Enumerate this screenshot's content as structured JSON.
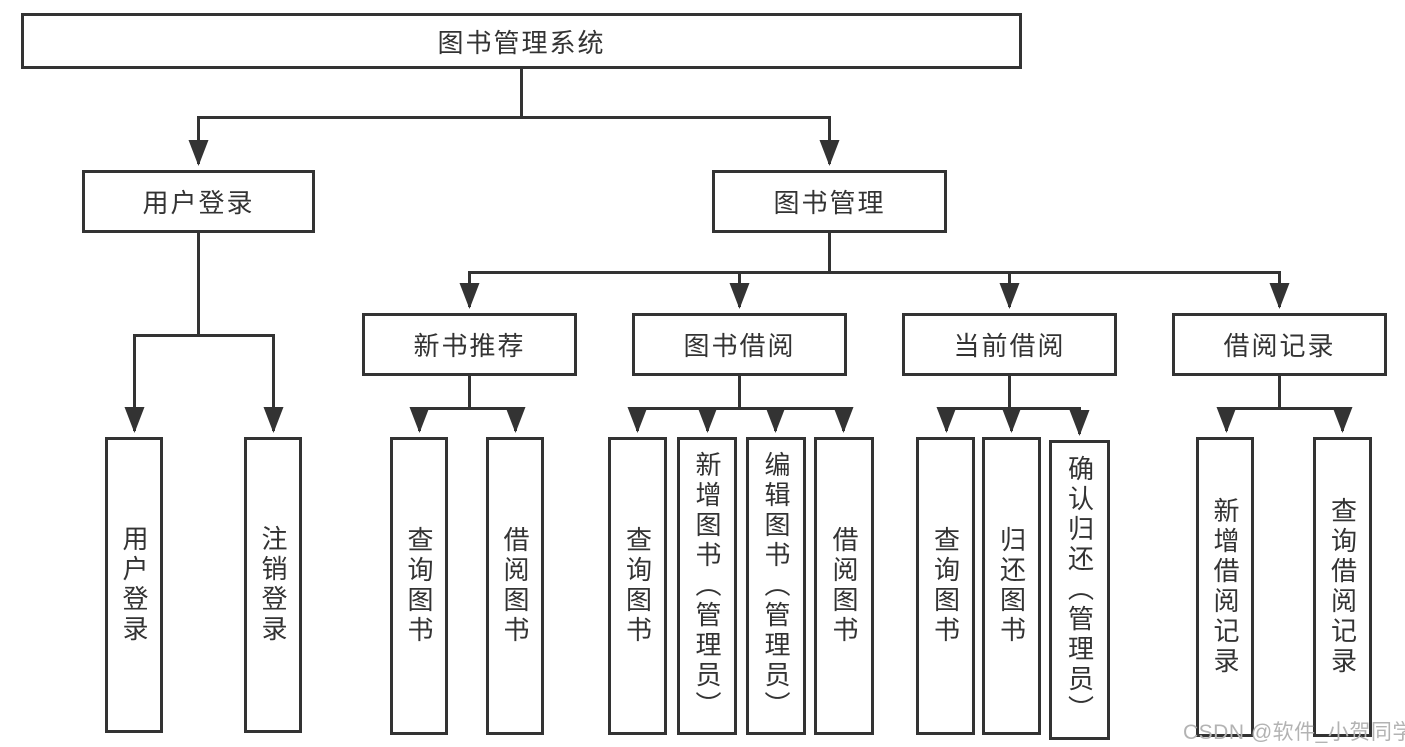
{
  "diagram": {
    "root": "图书管理系统",
    "level1": {
      "userLogin": "用户登录",
      "bookManagement": "图书管理"
    },
    "level2": {
      "newBookRecommend": "新书推荐",
      "bookBorrow": "图书借阅",
      "currentBorrow": "当前借阅",
      "borrowRecord": "借阅记录"
    },
    "leaves": {
      "userLogin": [
        "用户登录",
        "注销登录"
      ],
      "newBookRecommend": [
        "查询图书",
        "借阅图书"
      ],
      "bookBorrow": [
        "查询图书",
        "新增图书（管理员）",
        "编辑图书（管理员）",
        "借阅图书"
      ],
      "currentBorrow": [
        "查询图书",
        "归还图书",
        "确认归还（管理员）"
      ],
      "borrowRecord": [
        "新增借阅记录",
        "查询借阅记录"
      ]
    }
  },
  "watermark": "CSDN @软件_小贺同学",
  "colors": {
    "line": "#333333",
    "text": "#333333",
    "box_background": "#ffffff",
    "watermark": "#b3b3b3",
    "background": "#ffffff"
  }
}
